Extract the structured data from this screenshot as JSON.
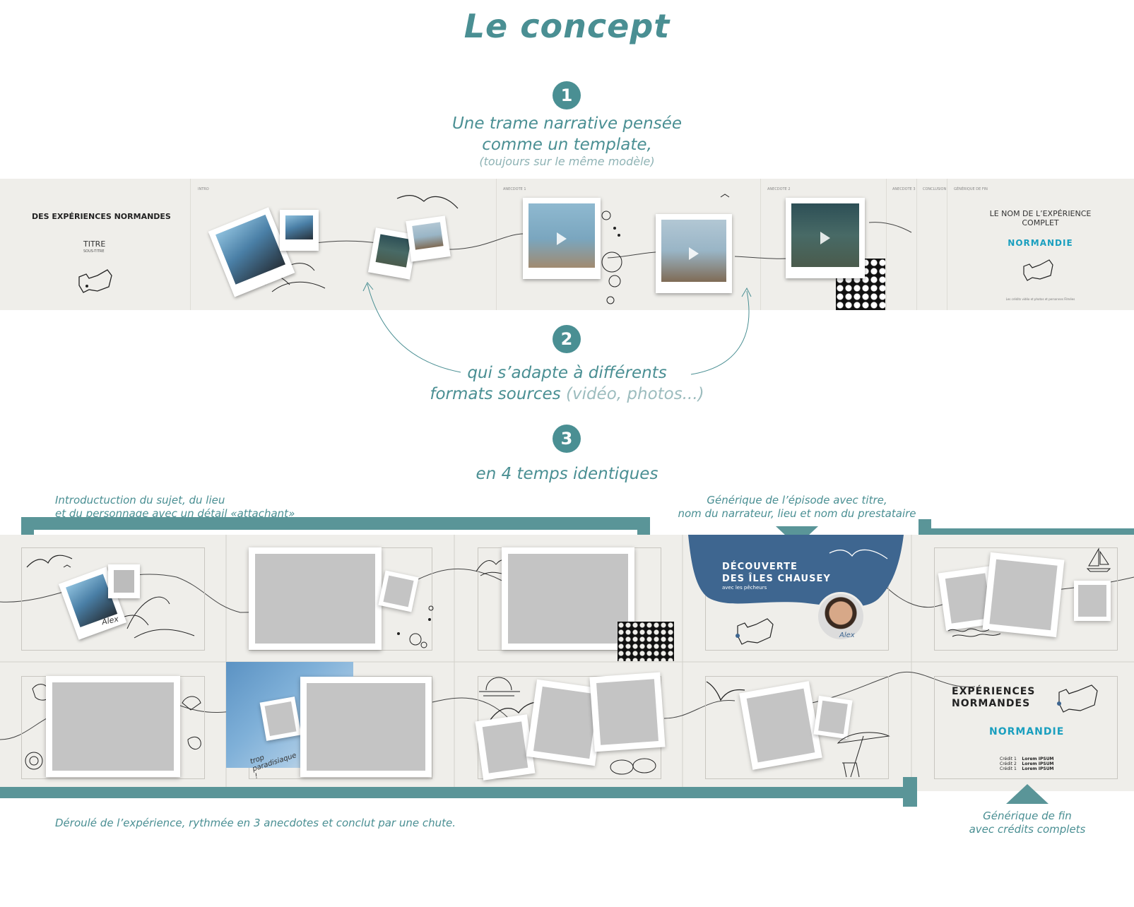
{
  "title": "Le concept",
  "steps": [
    {
      "number": "1",
      "line1": "Une trame narrative pensée",
      "line2": "comme un template,",
      "sub": "(toujours sur le même modèle)"
    },
    {
      "number": "2",
      "line1": "qui s’adapte à différents",
      "line2a": "formats sources",
      "line2b": "(vidéo, photos...)"
    },
    {
      "number": "3",
      "line1": "en 4 temps identiques"
    }
  ],
  "strip": {
    "headline": "DES EXPÉRIENCES NORMANDES",
    "titre": "TITRE",
    "sous_titre": "SOUS-TITRE",
    "labels": [
      "INTRO",
      "ANECDOTE 1",
      "ANECDOTE 2",
      "ANECDOTE 3",
      "CONCLUSION",
      "GÉNÉRIQUE DE FIN"
    ],
    "end_title_1": "LE NOM DE L’EXPÉRIENCE",
    "end_title_2": "COMPLET",
    "brand": "NORMANDIE",
    "credits_line": "Les crédits vidéo et photos et personnes Filmées"
  },
  "notes": {
    "intro_1": "Introductuction du sujet, du lieu",
    "intro_2": "et du personnage avec un détail «attachant»",
    "generique_1": "Générique de l’épisode avec titre,",
    "generique_2": "nom du narrateur, lieu et nom du prestataire",
    "deroule": "Déroulé de l’expérience, rythmée en 3 anecdotes et conclut par une chute.",
    "fin_1": "Générique de fin",
    "fin_2": "avec crédits complets"
  },
  "grid": {
    "episode_title_1": "DÉCOUVERTE",
    "episode_title_2": "DES ÎLES CHAUSEY",
    "episode_sub": "avec les pêcheurs",
    "signature": "Alex",
    "handwriting": "trop paradisiaque !",
    "end_title_1": "EXPÉRIENCES",
    "end_title_2": "NORMANDES",
    "brand": "NORMANDIE",
    "credits": [
      {
        "label": "Crédit 1",
        "value": "Lorem IPSUM"
      },
      {
        "label": "Crédit 2",
        "value": "Lorem IPSUM"
      },
      {
        "label": "Crédit 1",
        "value": "Lorem IPSUM"
      }
    ]
  },
  "colors": {
    "accent": "#4a8f93",
    "bar": "#5a9598",
    "episode_blue": "#3e6690",
    "brand": "#1a9fbf"
  }
}
